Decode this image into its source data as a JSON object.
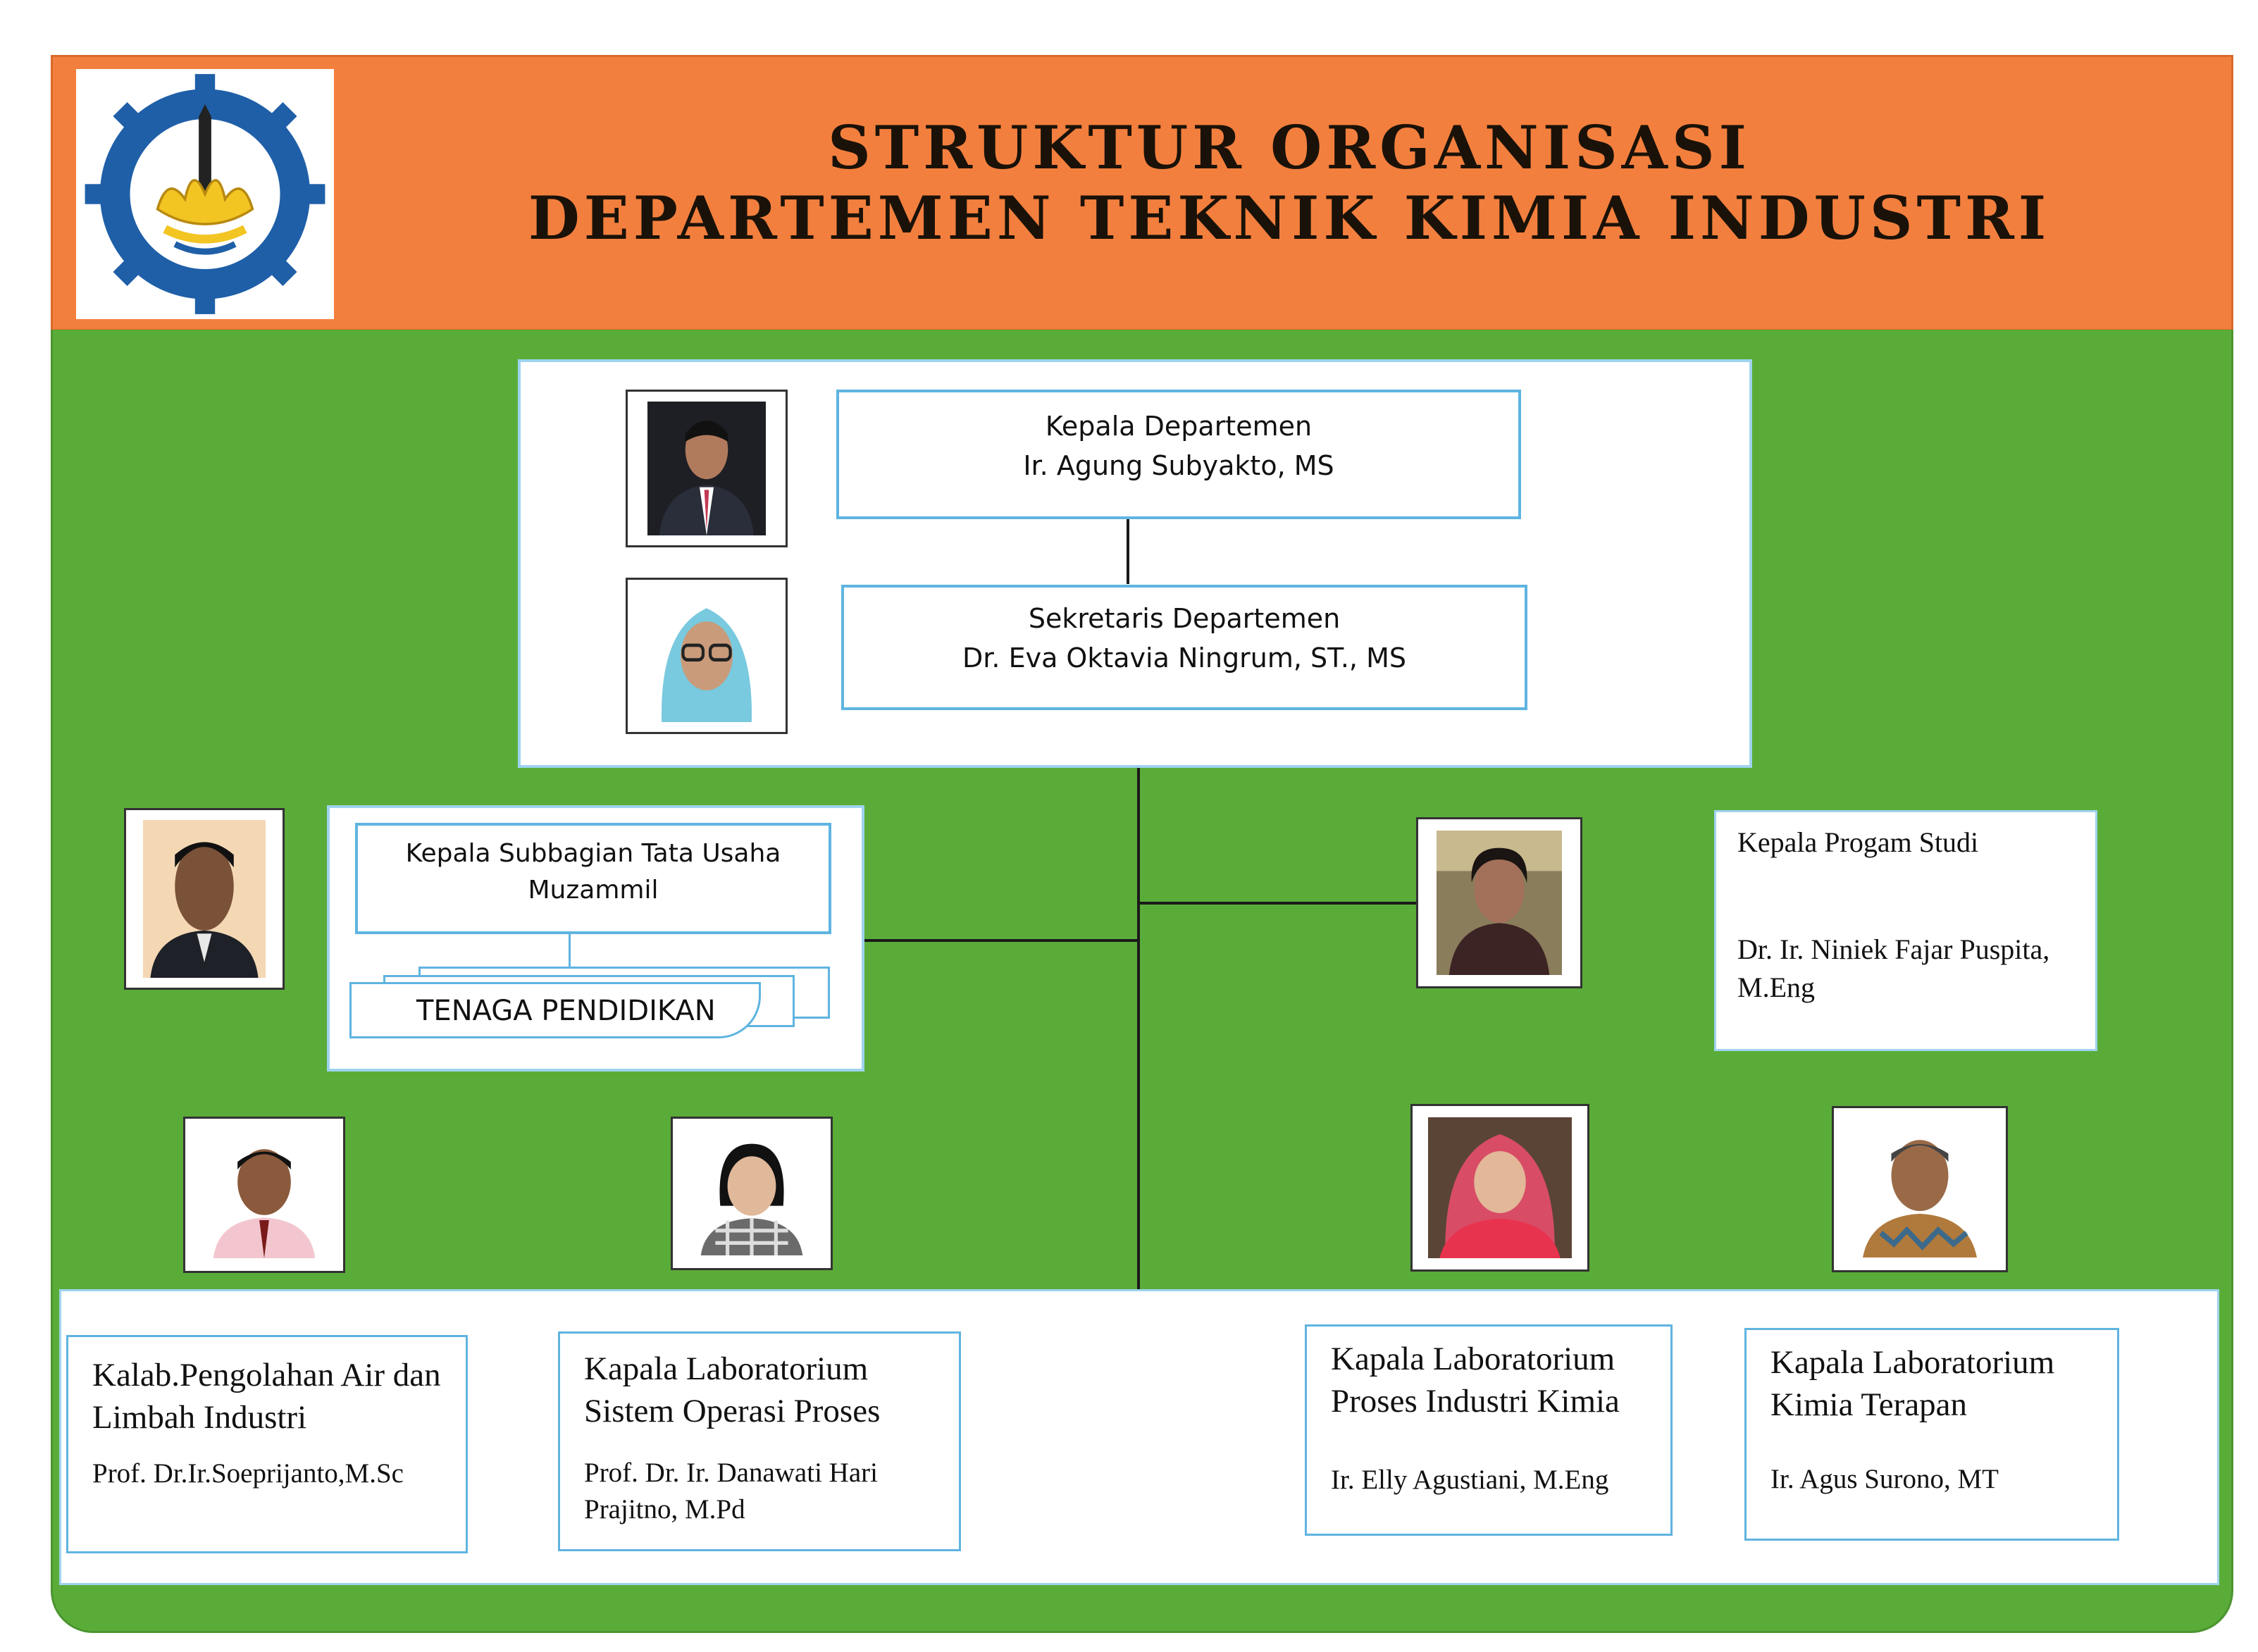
{
  "header": {
    "title_line_1": "STRUKTUR ORGANISASI",
    "title_line_2": "DEPARTEMEN TEKNIK KIMIA INDUSTRI",
    "logo_icon": "institution-logo-icon"
  },
  "colors": {
    "header_bg": "#f37f3e",
    "panel_bg": "#5aac38",
    "box_border": "#5fb4e0"
  },
  "head": {
    "kepala": {
      "role": "Kepala Departemen",
      "name": "Ir. Agung Subyakto, MS"
    },
    "sekretaris": {
      "role": "Sekretaris Departemen",
      "name": "Dr. Eva Oktavia Ningrum, ST., MS"
    }
  },
  "tata_usaha": {
    "role": "Kepala Subbagian Tata Usaha",
    "name": "Muzammil",
    "staff_label": "TENAGA PENDIDIKAN"
  },
  "prodi": {
    "role": "Kepala Progam  Studi",
    "name": "Dr. Ir. Niniek Fajar Puspita, M.Eng"
  },
  "labs": [
    {
      "title": "Kalab.Pengolahan Air dan Limbah Industri",
      "name": "Prof. Dr.Ir.Soeprijanto,M.Sc"
    },
    {
      "title": "Kapala Laboratorium Sistem Operasi Proses",
      "name": "Prof. Dr. Ir. Danawati Hari Prajitno, M.Pd"
    },
    {
      "title": "Kapala Laboratorium Proses Industri Kimia",
      "name": "Ir. Elly Agustiani, M.Eng"
    },
    {
      "title": "Kapala Laboratorium Kimia Terapan",
      "name": "Ir. Agus Surono, MT"
    }
  ]
}
